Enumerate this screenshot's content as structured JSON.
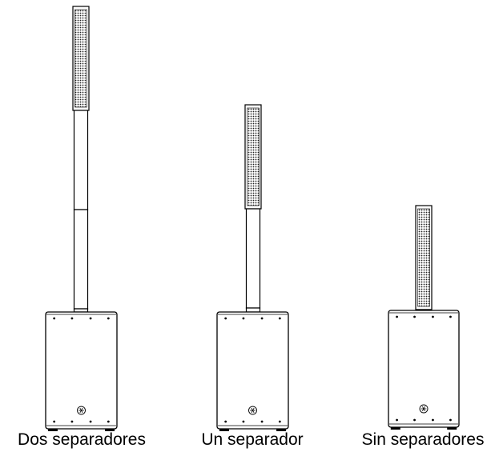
{
  "figures": [
    {
      "caption": "Dos separadores",
      "spacers": 2
    },
    {
      "caption": "Un separador",
      "spacers": 1
    },
    {
      "caption": "Sin separadores",
      "spacers": 0
    }
  ],
  "colors": {
    "line": "#000000",
    "fill": "#ffffff",
    "grille": "#333333"
  },
  "icons": {
    "subwoofer_logo": "tuning-fork-logo-icon"
  }
}
